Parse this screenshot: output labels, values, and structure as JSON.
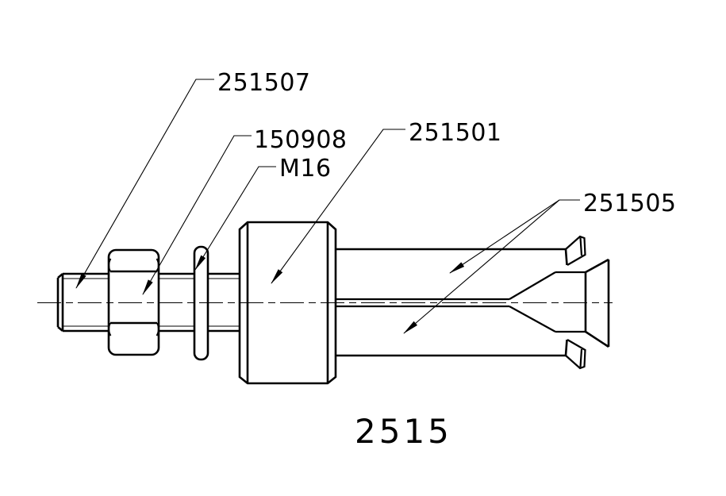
{
  "drawing": {
    "title": "2515",
    "background_color": "#ffffff",
    "line_color": "#000000",
    "parts": {
      "stud": {
        "label": "251507"
      },
      "nut": {
        "label": "150908"
      },
      "thread": {
        "label": "M16"
      },
      "body": {
        "label": "251501"
      },
      "sleeve": {
        "label": "251505"
      }
    }
  }
}
